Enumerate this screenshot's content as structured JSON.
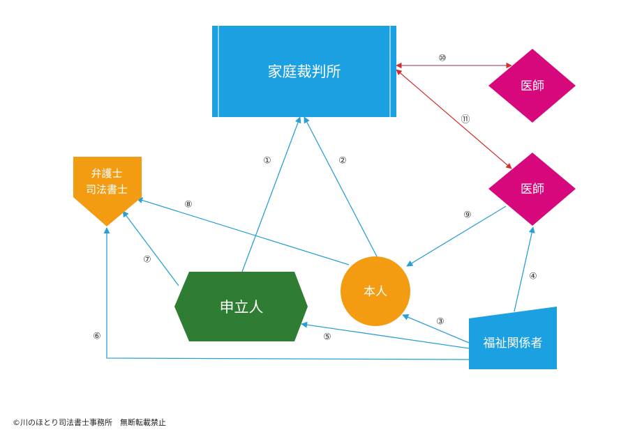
{
  "nodes": {
    "court": "家庭裁判所",
    "doctor_top": "医師",
    "doctor_right": "医師",
    "lawyer_line1": "弁護士",
    "lawyer_line2": "司法書士",
    "applicant": "申立人",
    "person": "本人",
    "welfare": "福祉関係者"
  },
  "steps": [
    "①",
    "②",
    "③",
    "④",
    "⑤",
    "⑥",
    "⑦",
    "⑧",
    "⑨",
    "⑩",
    "⑪"
  ],
  "footer": "©川のほとり司法書士事務所　無断転載禁止",
  "colors": {
    "court": "#1ba1e2",
    "doctor": "#d6087c",
    "lawyer": "#f39c12",
    "applicant": "#2e7d32",
    "person": "#f39c12",
    "welfare": "#1ba1e2",
    "arrow_blue": "#2a9fd6",
    "arrow_red": "#d32f2f"
  }
}
